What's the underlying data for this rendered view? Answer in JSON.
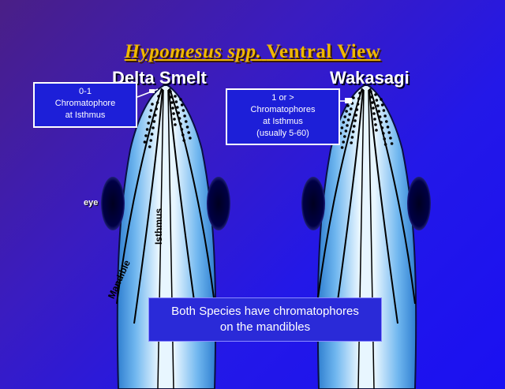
{
  "title": {
    "genus": "Hypomesus spp.",
    "rest": "Ventral View"
  },
  "species": [
    {
      "name": "Delta Smelt",
      "callout": [
        "0-1",
        "Chromatophore",
        "at Isthmus"
      ]
    },
    {
      "name": "Wakasagi",
      "callout": [
        "1 or >",
        "Chromatophores",
        "at Isthmus",
        "(usually 5-60)"
      ]
    }
  ],
  "labels": {
    "eye": "eye",
    "isthmus": "Isthmus",
    "mandible": "Mandible"
  },
  "note": [
    "Both Species have chromatophores",
    "on the mandibles"
  ],
  "colors": {
    "title": "#f0b800",
    "background": "#2a18d0",
    "fish_light": "#e8f6ff",
    "fish_dark": "#3a8fd8",
    "eye": "#000035"
  }
}
